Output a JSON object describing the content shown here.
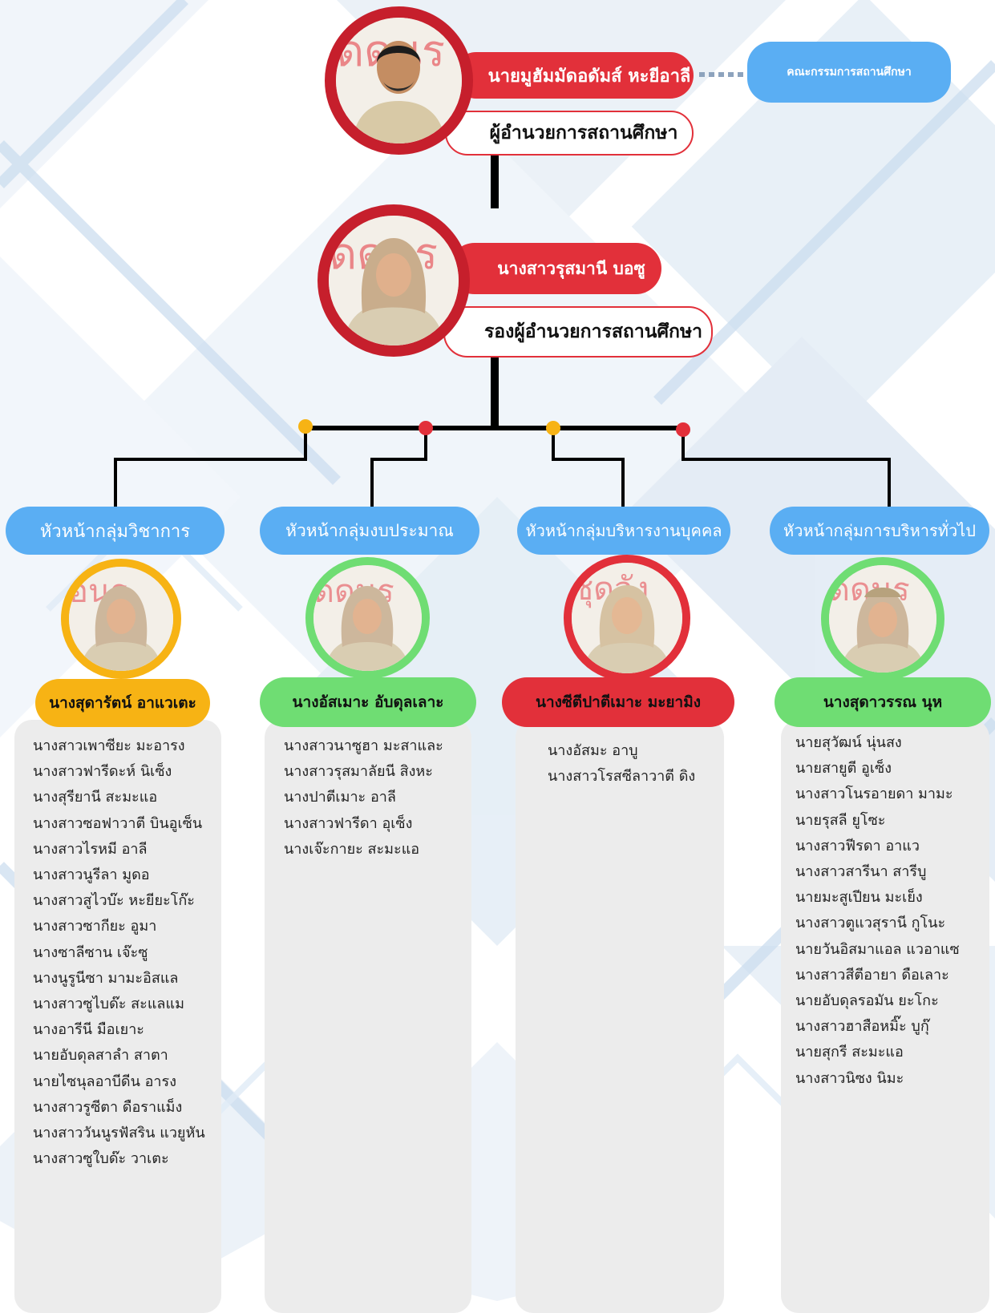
{
  "colors": {
    "red": "#e2303a",
    "blue": "#5aaef3",
    "yellow": "#f7b314",
    "green": "#6fdd73",
    "panel": "#ececec"
  },
  "director": {
    "name": "นายมูฮัมมัดอดัมส์  หะยีอาลี",
    "title": "ผู้อำนวยการสถานศึกษา",
    "photo_icon": "person-photo"
  },
  "committee": {
    "label": "คณะกรรมการสถานศึกษา"
  },
  "deputy": {
    "name": "นางสาวรุสมานี  บอซู",
    "title": "รองผู้อำนวยการสถานศึกษา",
    "photo_icon": "person-photo"
  },
  "groups": [
    {
      "header": "หัวหน้ากลุ่มวิชาการ",
      "head_name": "นางสุดารัตน์ อาแวเตะ",
      "accent": "#f7b314",
      "members": [
        "นางสาวเพาซียะ  มะอารง",
        "นางสาวฟารีดะห์  นิเซ็ง",
        "นางสุรียานี  สะมะแอ",
        "นางสาวซอฟาวาตี บินอูเซ็น",
        "นางสาวไรหมี  อาลี",
        "นางสาวนูรีลา  มูดอ",
        "นางสาวสูไวบ๊ะ หะยียะโก๊ะ",
        "นางสาวซากียะ อูมา",
        "นางซาลีซาน  เจ๊ะซู",
        "นางนูรูนีซา  มามะอิสแล",
        "นางสาวซูไบด๊ะ  สะแลแม",
        "นางอารีนี  มือเยาะ",
        "นายอับดุลสาลำ สาตา",
        "นายไซนุลอาบีดีน อารง",
        "นางสาวรูซีตา ดือราแม็ง",
        "นางสาววันนูรฟัสริน แวยูหัน",
        "นางสาวซูใบด๊ะ วาเตะ"
      ]
    },
    {
      "header": "หัวหน้ากลุ่มงบประมาณ",
      "head_name": "นางอัสเมาะ อับดุลเลาะ",
      "accent": "#6fdd73",
      "members": [
        "นางสาวนาซูฮา มะสาและ",
        "นางสาวรุสมาลัยนี สิงหะ",
        "นางปาตีเมาะ อาลี",
        "นางสาวฟารีดา อุเซ็ง",
        "นางเจ๊ะกายะ  สะมะแอ"
      ]
    },
    {
      "header": "หัวหน้ากลุ่มบริหารงานบุคคล",
      "head_name": "นางซีตีปาตีเมาะ มะยามิง",
      "accent": "#e2303a",
      "members": [
        "นางอัสมะ อาบู",
        "นางสาวโรสซีลาวาตี  ดิง"
      ]
    },
    {
      "header": "หัวหน้ากลุ่มการบริหารทั่วไป",
      "head_name": "นางสุดาวรรณ นุห",
      "accent": "#6fdd73",
      "members": [
        "นายสุวัฒน์  นุ่นสง",
        "นายสายูตี  อูเซ็ง",
        "นางสาวโนรอายดา มามะ",
        "นายรุสลี ยูโซะ",
        "นางสาวฟีรดา  อาแว",
        "นางสาวสารีนา สารีบู",
        "นายมะสูเปียน มะเย็ง",
        "นางสาวตูแวสุรานี กูโนะ",
        "นายวันอิสมาแอล  แวอาแซ",
        "นางสาวสีตีอายา  ดือเลาะ",
        "นายอับดุลรอมัน  ยะโกะ",
        "นางสาวฮาสือหมิ๊ะ บูกุ๊",
        "นายสุกรี  สะมะแอ",
        "นางสาวนิซง  นิมะ"
      ]
    }
  ]
}
